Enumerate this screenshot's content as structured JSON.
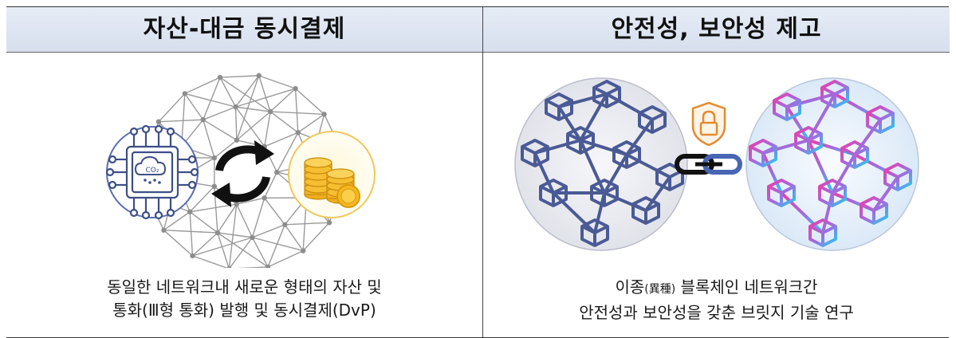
{
  "left_panel": {
    "title": "자산-대금 동시결제",
    "caption_line1": "동일한 네트워크내 새로운 형태의 자산 및",
    "caption_line2": "통화(Ⅲ형 통화) 발행 및 동시결제(DvP)",
    "chip_text": "CO₂"
  },
  "right_panel": {
    "title": "안전성, 보안성 제고",
    "caption_line1_a": "이종",
    "caption_line1_b": "(異種)",
    "caption_line1_c": " 블록체인 네트워크간",
    "caption_line2": "안전성과 보안성을 갖춘 브릿지 기술 연구"
  },
  "colors": {
    "header_bg": "#dde4f1",
    "network_line": "#8a8a8a",
    "chip": "#3d4f86",
    "coin": "#f2b319",
    "chain_left": "#4a5a95",
    "lock": "#e58a2e"
  }
}
